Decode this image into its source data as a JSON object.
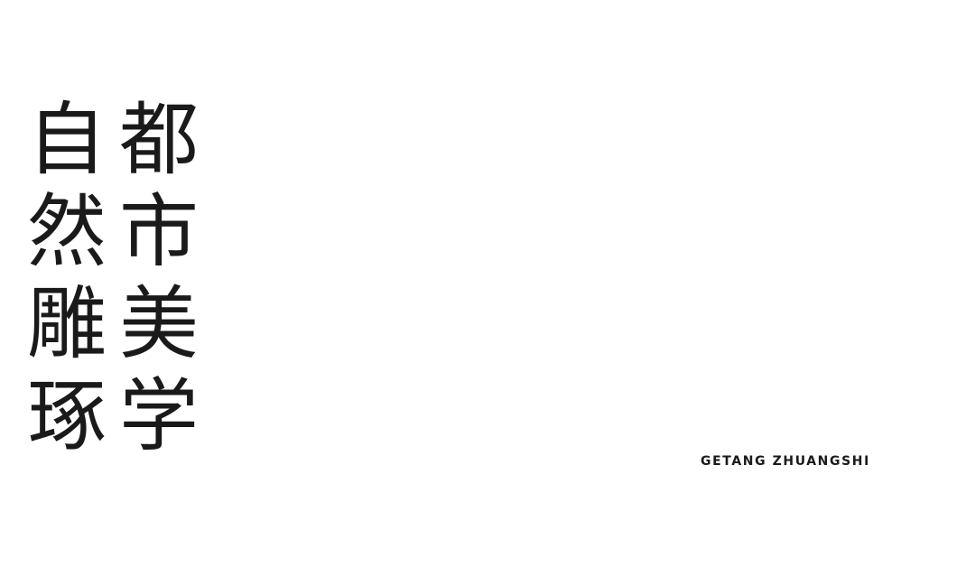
{
  "headline": {
    "left_column": [
      "自",
      "然",
      "雕",
      "琢"
    ],
    "right_column": [
      "都",
      "市",
      "美",
      "学"
    ]
  },
  "tagline": "GETANG ZHUANGSHI",
  "colors": {
    "background": "#ffffff",
    "text": "#1a1a1a"
  }
}
